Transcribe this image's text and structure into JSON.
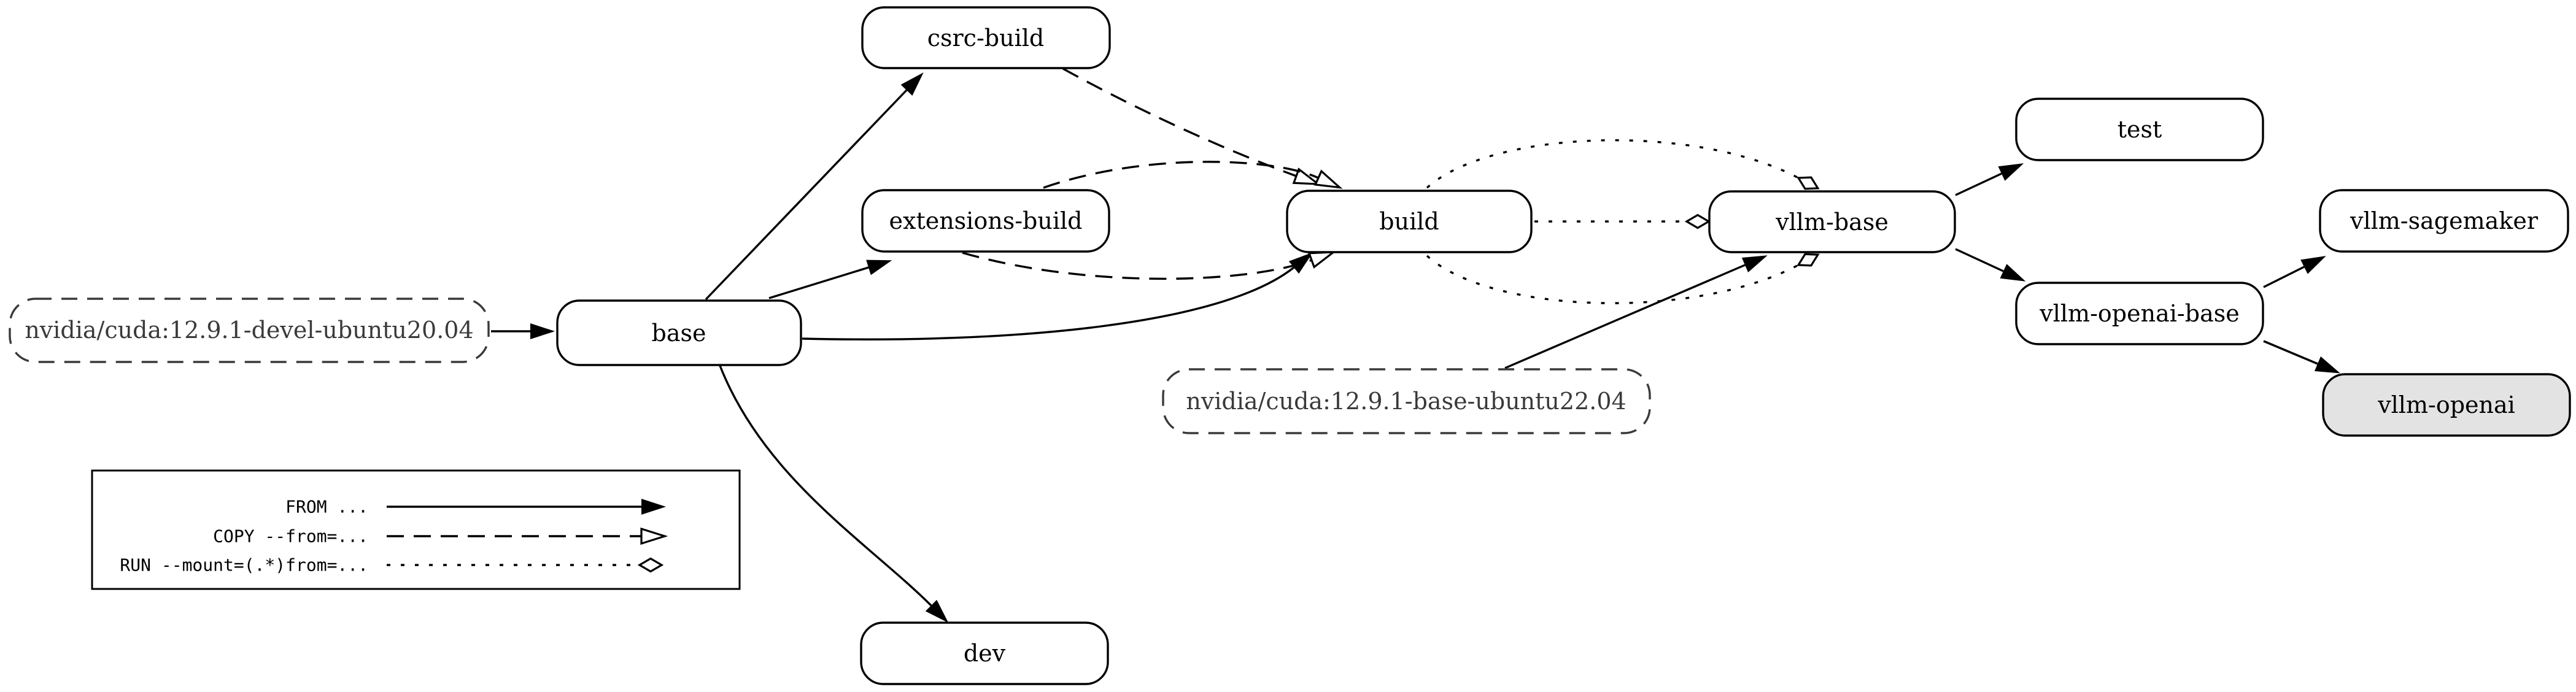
{
  "diagram": {
    "kind": "docker-build-stage-graph",
    "colors": {
      "background": "#ffffff",
      "line": "#000000",
      "image_node_line": "#3a3a3a",
      "node_fill": "#ffffff",
      "final_stage_fill": "#e3e3e3"
    },
    "nodes": [
      {
        "id": "cuda-devel",
        "label": "nvidia/cuda:12.9.1-devel-ubuntu20.04",
        "kind": "base-image",
        "border": "dashed",
        "fill": "#ffffff"
      },
      {
        "id": "base",
        "label": "base",
        "kind": "stage",
        "border": "solid",
        "fill": "#ffffff"
      },
      {
        "id": "csrc-build",
        "label": "csrc-build",
        "kind": "stage",
        "border": "solid",
        "fill": "#ffffff"
      },
      {
        "id": "extensions-build",
        "label": "extensions-build",
        "kind": "stage",
        "border": "solid",
        "fill": "#ffffff"
      },
      {
        "id": "build",
        "label": "build",
        "kind": "stage",
        "border": "solid",
        "fill": "#ffffff"
      },
      {
        "id": "cuda-base",
        "label": "nvidia/cuda:12.9.1-base-ubuntu22.04",
        "kind": "base-image",
        "border": "dashed",
        "fill": "#ffffff"
      },
      {
        "id": "vllm-base",
        "label": "vllm-base",
        "kind": "stage",
        "border": "solid",
        "fill": "#ffffff"
      },
      {
        "id": "test",
        "label": "test",
        "kind": "stage",
        "border": "solid",
        "fill": "#ffffff"
      },
      {
        "id": "vllm-sagemaker",
        "label": "vllm-sagemaker",
        "kind": "stage",
        "border": "solid",
        "fill": "#ffffff"
      },
      {
        "id": "vllm-openai-base",
        "label": "vllm-openai-base",
        "kind": "stage",
        "border": "solid",
        "fill": "#ffffff"
      },
      {
        "id": "vllm-openai",
        "label": "vllm-openai",
        "kind": "final-stage",
        "border": "solid",
        "fill": "#e3e3e3"
      },
      {
        "id": "dev",
        "label": "dev",
        "kind": "stage",
        "border": "solid",
        "fill": "#ffffff"
      }
    ],
    "edges": [
      {
        "from": "nvidia/cuda:12.9.1-devel-ubuntu20.04",
        "to": "base",
        "type": "FROM",
        "line": "solid",
        "arrowhead": "filled-triangle"
      },
      {
        "from": "base",
        "to": "csrc-build",
        "type": "FROM",
        "line": "solid",
        "arrowhead": "filled-triangle"
      },
      {
        "from": "base",
        "to": "extensions-build",
        "type": "FROM",
        "line": "solid",
        "arrowhead": "filled-triangle"
      },
      {
        "from": "base",
        "to": "build",
        "type": "FROM",
        "line": "solid",
        "arrowhead": "filled-triangle"
      },
      {
        "from": "base",
        "to": "dev",
        "type": "FROM",
        "line": "solid",
        "arrowhead": "filled-triangle"
      },
      {
        "from": "csrc-build",
        "to": "build",
        "type": "COPY --from=...",
        "line": "dashed",
        "arrowhead": "open-triangle"
      },
      {
        "from": "extensions-build",
        "to": "build",
        "type": "COPY --from=...",
        "line": "dashed",
        "arrowhead": "open-triangle"
      },
      {
        "from": "extensions-build",
        "to": "build",
        "type": "COPY --from=...",
        "line": "dashed",
        "arrowhead": "open-triangle"
      },
      {
        "from": "build",
        "to": "vllm-base",
        "type": "RUN --mount=(.*)from=...",
        "line": "dotted",
        "arrowhead": "open-diamond"
      },
      {
        "from": "build",
        "to": "vllm-base",
        "type": "RUN --mount=(.*)from=...",
        "line": "dotted",
        "arrowhead": "open-diamond"
      },
      {
        "from": "build",
        "to": "vllm-base",
        "type": "RUN --mount=(.*)from=...",
        "line": "dotted",
        "arrowhead": "open-diamond"
      },
      {
        "from": "nvidia/cuda:12.9.1-base-ubuntu22.04",
        "to": "vllm-base",
        "type": "FROM",
        "line": "solid",
        "arrowhead": "filled-triangle"
      },
      {
        "from": "vllm-base",
        "to": "test",
        "type": "FROM",
        "line": "solid",
        "arrowhead": "filled-triangle"
      },
      {
        "from": "vllm-base",
        "to": "vllm-openai-base",
        "type": "FROM",
        "line": "solid",
        "arrowhead": "filled-triangle"
      },
      {
        "from": "vllm-openai-base",
        "to": "vllm-sagemaker",
        "type": "FROM",
        "line": "solid",
        "arrowhead": "filled-triangle"
      },
      {
        "from": "vllm-openai-base",
        "to": "vllm-openai",
        "type": "FROM",
        "line": "solid",
        "arrowhead": "filled-triangle"
      }
    ],
    "legend": {
      "items": [
        {
          "label": "FROM ...",
          "line": "solid",
          "arrowhead": "filled-triangle"
        },
        {
          "label": "COPY --from=...",
          "line": "dashed",
          "arrowhead": "open-triangle"
        },
        {
          "label": "RUN --mount=(.*)from=...",
          "line": "dotted",
          "arrowhead": "open-diamond"
        }
      ]
    }
  }
}
